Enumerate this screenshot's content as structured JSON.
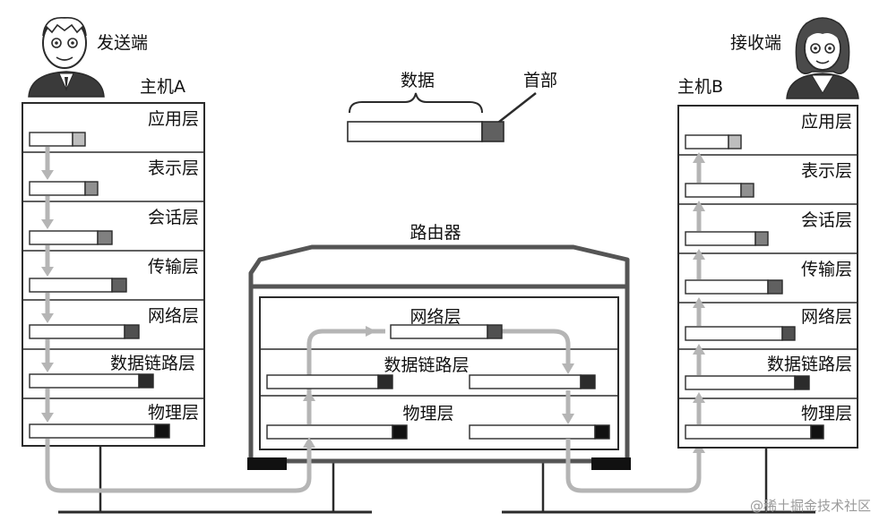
{
  "sender": {
    "role": "发送端",
    "host": "主机A"
  },
  "receiver": {
    "role": "接收端",
    "host": "主机B"
  },
  "packet_legend": {
    "data": "数据",
    "header": "首部"
  },
  "router": {
    "title": "路由器",
    "layers": [
      "网络层",
      "数据链路层",
      "物理层"
    ]
  },
  "layers": [
    "应用层",
    "表示层",
    "会话层",
    "传输层",
    "网络层",
    "数据链路层",
    "物理层"
  ],
  "watermark": "@稀土掘金技术社区",
  "colors": {
    "stroke": "#2b2b2b",
    "flow_arrow": "#b5b5b5",
    "header_block": "#606060",
    "header_light": "#bdbdbd",
    "phys_header": "#111111",
    "router_frame": "#555555"
  }
}
